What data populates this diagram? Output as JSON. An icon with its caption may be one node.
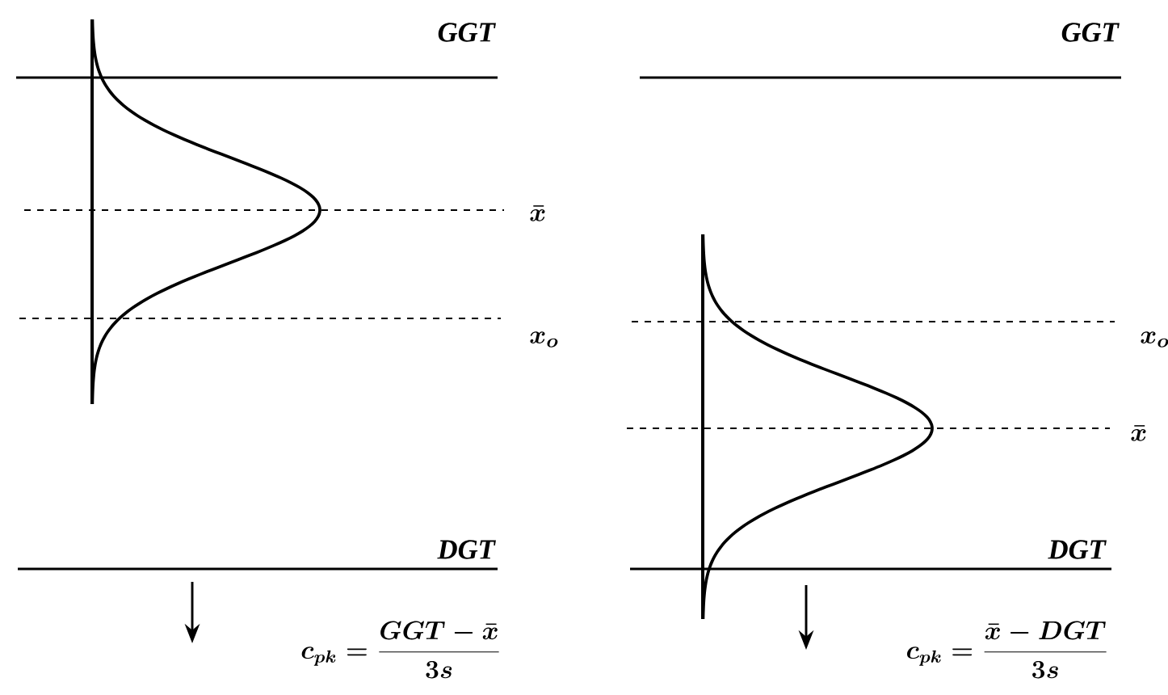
{
  "diagram": {
    "labels": [
      "GGT",
      "GGT",
      "\\bar{x}",
      "x_o",
      "x_o",
      "\\bar{x}",
      "DGT",
      "DGT",
      "c_{pk} = \\frac{GGT - \\bar{x}}{3s}",
      "c_{pk} = \\frac{\\bar{x} - DGT}{3s}"
    ]
  }
}
